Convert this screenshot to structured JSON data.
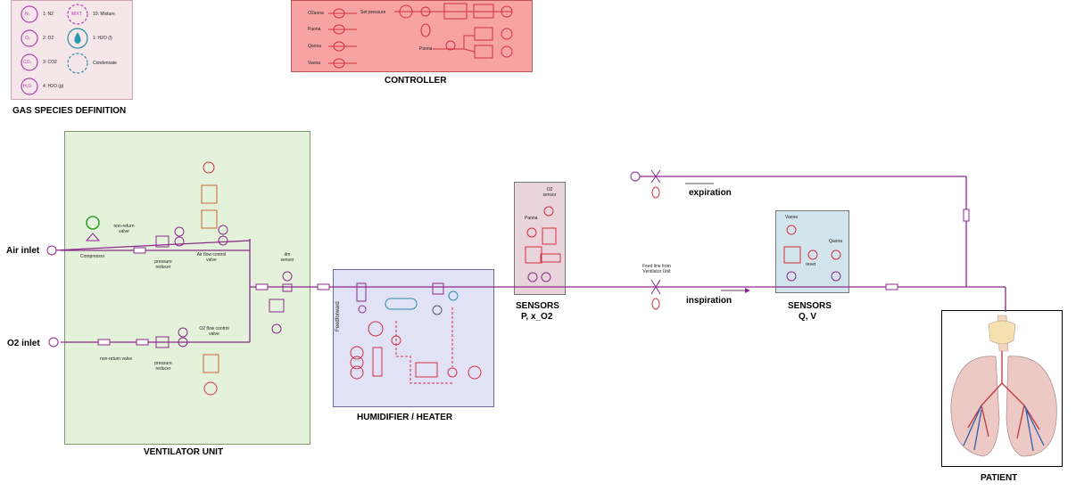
{
  "gas_species": {
    "title": "GAS SPECIES DEFINITION",
    "items": [
      {
        "symbol": "N₂",
        "label": "1: N2"
      },
      {
        "symbol": "O₂",
        "label": "2: O2"
      },
      {
        "symbol": "CO₂",
        "label": "3: CO2"
      },
      {
        "symbol": "H₂O",
        "label": "4: H2O (g)"
      },
      {
        "symbol": "MIXT",
        "label": "10: Mixture"
      },
      {
        "symbol": "",
        "label": "1: H2O (l)"
      },
      {
        "symbol": "",
        "label": "Condensate"
      }
    ]
  },
  "controller": {
    "title": "CONTROLLER",
    "inputs": [
      "O2aona",
      "Paona",
      "Qaona",
      "Vaona"
    ],
    "set_pressure_label": "Set pressure",
    "paona_label": "Paona"
  },
  "ventilator": {
    "title": "VENTILATOR UNIT",
    "compressor": "Compressor",
    "nonreturn_air": "non-return valve",
    "pressure_reducer_air": "pressure reducer",
    "air_valve": "Air flow control valve",
    "dm_sensor": "dm sensor",
    "nonreturn_o2": "non-return valve",
    "pressure_reducer_o2": "pressure reducer",
    "o2_valve": "O2 flow control valve"
  },
  "inlets": {
    "air": "Air inlet",
    "o2": "O2 inlet"
  },
  "humidifier": {
    "title": "HUMIDIFIER / HEATER",
    "side_label": "Feedforward"
  },
  "sensors_p": {
    "title_line1": "SENSORS",
    "title_line2": "P, x_O2",
    "o2_sensor": "O2 sensor",
    "paona": "Paona"
  },
  "flow_labels": {
    "feed_line": "Feed line from Ventilator Unit",
    "inspiration": "inspiration",
    "expiration": "expiration"
  },
  "sensors_q": {
    "title_line1": "SENSORS",
    "title_line2": "Q, V",
    "vaona": "Vaona",
    "qaona": "Qaona",
    "reset": "reset"
  },
  "patient": {
    "title": "PATIENT"
  },
  "colors": {
    "controller_bg": "#f7a3a3",
    "ventilator_bg": "#e4f2dc",
    "humidifier_bg": "#e2e2f6",
    "sensors_p_bg": "#ead4dc",
    "sensors_q_bg": "#d3e5ec",
    "pipe": "#8c2a8c",
    "control": "#e0285a"
  }
}
